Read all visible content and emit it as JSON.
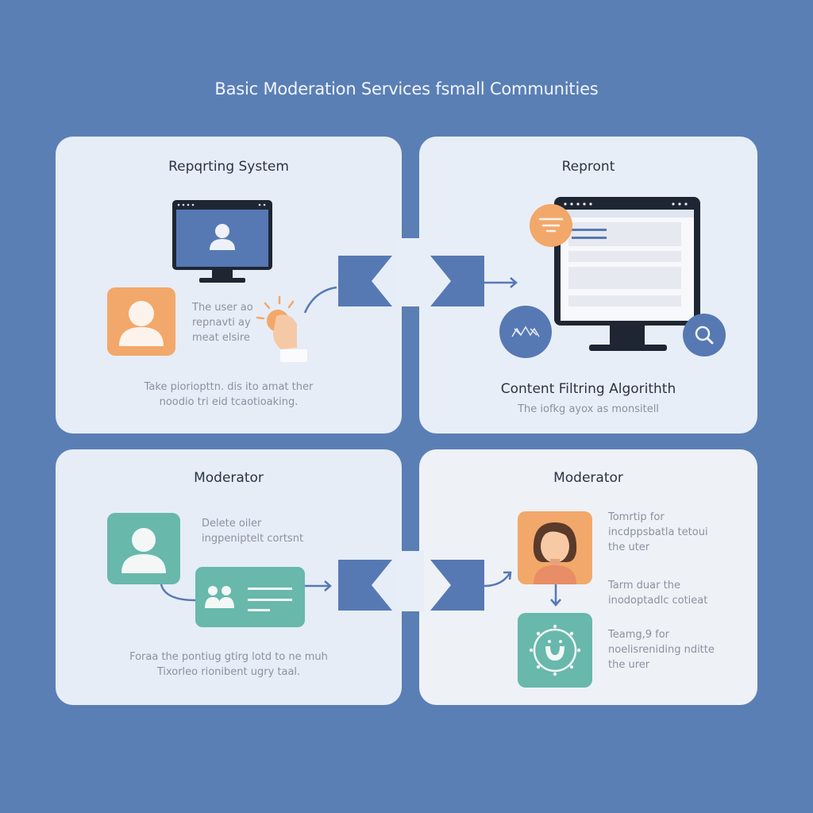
{
  "page": {
    "title": "Basic Moderation Services fsmall Communities",
    "colors": {
      "background": "#5a7fb5",
      "card": "#e6edf7",
      "accent_blue": "#5679b4",
      "accent_orange": "#f2a86a",
      "accent_teal": "#68b8ac",
      "dark": "#1f2633"
    }
  },
  "cards": [
    {
      "title": "Repqrting System",
      "side_text": [
        "The user ao",
        "repnavti ay",
        "meat elsire"
      ],
      "caption": [
        "Take pioriopttn. dis ito amat ther",
        "noodio tri eid tcaotioaking."
      ],
      "icons": [
        "monitor-user-icon",
        "user-avatar-icon",
        "tap-hand-icon"
      ]
    },
    {
      "title": "Repront",
      "heading": "Content Filtring Algorithth",
      "caption": "The iofkg ayox as monsitell",
      "icons": [
        "browser-monitor-icon",
        "filter-icon",
        "pattern-icon",
        "search-icon"
      ]
    },
    {
      "title": "Moderator",
      "side_text": [
        "Delete oiler",
        "ingpeniptelt cortsnt"
      ],
      "caption": [
        "Foraa the pontiug gtirg lotd to ne muh",
        "Tixorleo rionibent ugry taal."
      ],
      "icons": [
        "user-avatar-icon",
        "user-group-card-icon"
      ]
    },
    {
      "title": "Moderator",
      "blocks": [
        [
          "Tomrtip for",
          "incdppsbatla tetoui",
          "the uter"
        ],
        [
          "Tarm duar the",
          "inodoptadlc cotieat"
        ],
        [
          "Teamg,9 for",
          "noelisreniding nditte",
          "the urer"
        ]
      ],
      "icons": [
        "woman-avatar-icon",
        "gear-badge-icon"
      ]
    }
  ]
}
